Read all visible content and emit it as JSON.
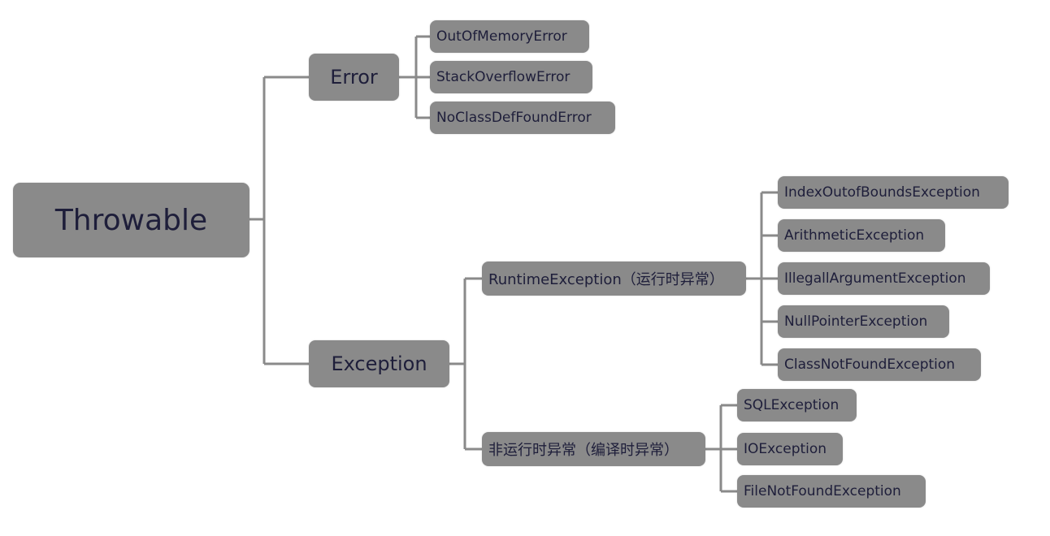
{
  "diagram": {
    "root": {
      "label": "Throwable"
    },
    "error": {
      "label": "Error",
      "children": [
        "OutOfMemoryError",
        "StackOverflowError",
        "NoClassDefFoundError"
      ]
    },
    "exception": {
      "label": "Exception",
      "runtime": {
        "label": "RuntimeException（运行时异常）",
        "children": [
          "IndexOutofBoundsException",
          "ArithmeticException",
          "IllegallArgumentException",
          "NullPointerException",
          "ClassNotFoundException"
        ]
      },
      "checked": {
        "label": "非运行时异常（编译时异常）",
        "children": [
          "SQLException",
          "IOException",
          "FileNotFoundException"
        ]
      }
    }
  },
  "colors": {
    "node_fill": "#8a8a8a",
    "node_text": "#1e1e3a",
    "connector": "#8a8a8a",
    "background": "#ffffff"
  }
}
